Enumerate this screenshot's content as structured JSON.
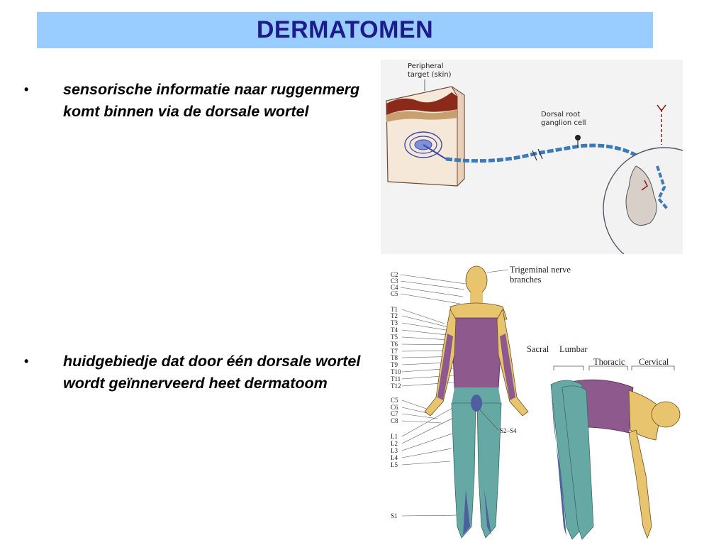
{
  "slide": {
    "title": "DERMATOMEN",
    "bullets": [
      {
        "marker": "•",
        "text": "sensorische informatie naar ruggenmerg komt binnen via de dorsale wortel"
      },
      {
        "marker": "•",
        "text": "huidgebiedje dat door één dorsale wortel wordt geïnnerveerd heet dermatoom"
      }
    ]
  },
  "figure_neuron": {
    "label_peripheral_1": "Peripheral",
    "label_peripheral_2": "target (skin)",
    "label_drg_1": "Dorsal root",
    "label_drg_2": "ganglion cell"
  },
  "figure_dermatomes": {
    "trigeminal_1": "Trigeminal nerve",
    "trigeminal_2": "branches",
    "sacral": "Sacral",
    "lumbar": "Lumbar",
    "thoracic": "Thoracic",
    "cervical": "Cervical",
    "s2s4": "S2–S4",
    "s1": "S1",
    "levels_top": [
      "C2",
      "C3",
      "C4",
      "C5",
      "T1",
      "T2",
      "T3",
      "T4",
      "T5",
      "T6",
      "T7",
      "T8",
      "T9",
      "T10",
      "T11",
      "T12",
      "C5",
      "C6",
      "C7",
      "C8",
      "L1",
      "L2",
      "L3",
      "L4",
      "L5"
    ],
    "colors": {
      "cervical": "#e8c46e",
      "thoracic": "#8e5a8e",
      "lumbar": "#66a8a4",
      "sacral": "#4e5fa0"
    }
  }
}
